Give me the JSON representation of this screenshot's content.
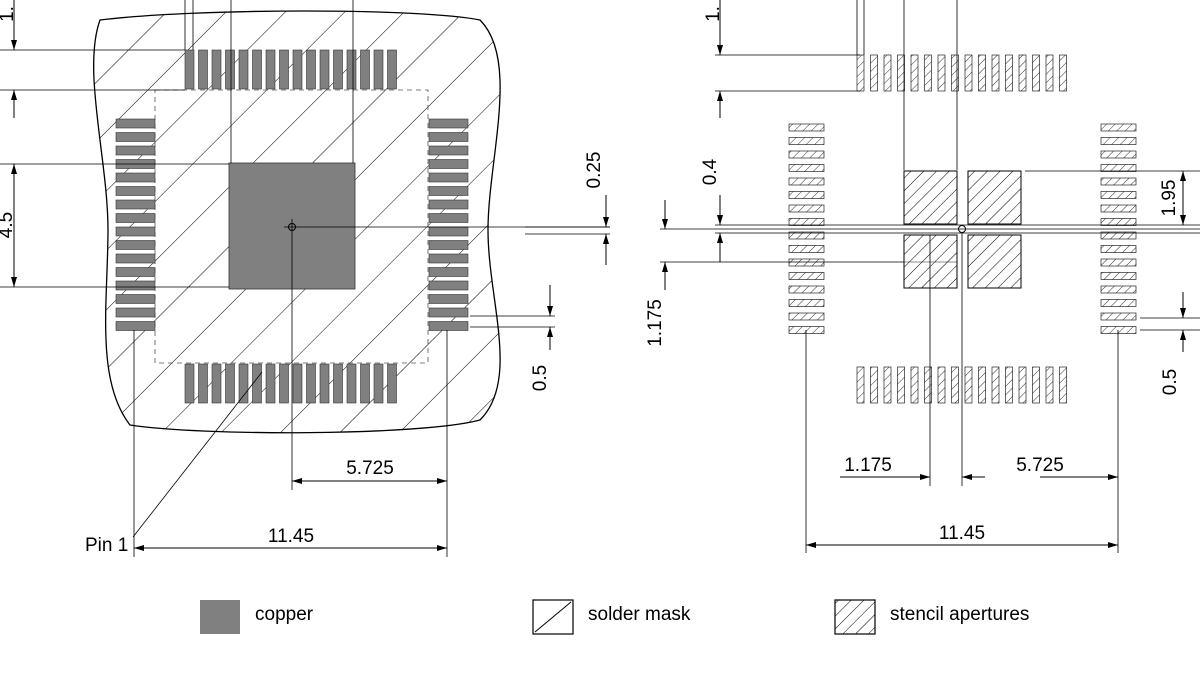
{
  "left_drawing": {
    "labels": {
      "pad_pitch": "0.5",
      "pad_gap": "0.25",
      "width_half": "5.725",
      "width_full": "11.45",
      "pin1": "Pin 1",
      "left_height": "4.5",
      "top_partial": "1."
    }
  },
  "right_drawing": {
    "labels": {
      "pad_gap": "0.4",
      "offset_left": "1.175",
      "offset_bottom": "1.175",
      "width_half": "5.725",
      "width_full": "11.45",
      "paste_size": "1.95",
      "pad_pitch": "0.5",
      "top_partial": "1."
    }
  },
  "legend": {
    "copper": "copper",
    "solder_mask": "solder mask",
    "stencil": "stencil apertures"
  },
  "colors": {
    "copper": "#808080",
    "line": "#000000",
    "background": "#ffffff"
  }
}
